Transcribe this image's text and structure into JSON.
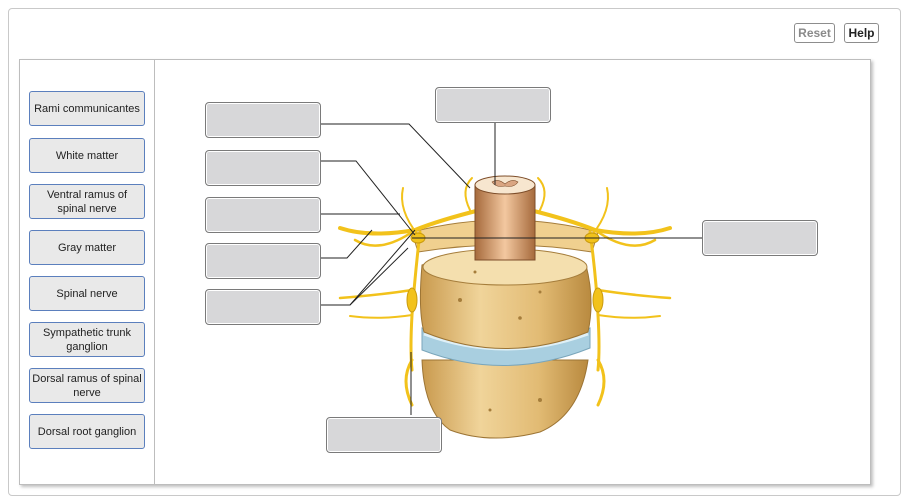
{
  "toolbar": {
    "reset_label": "Reset",
    "help_label": "Help"
  },
  "label_bank": [
    {
      "label": "Rami communicantes"
    },
    {
      "label": "White matter"
    },
    {
      "label": "Ventral ramus of spinal nerve"
    },
    {
      "label": "Gray matter"
    },
    {
      "label": "Spinal nerve"
    },
    {
      "label": "Sympathetic trunk ganglion"
    },
    {
      "label": "Dorsal ramus of spinal nerve"
    },
    {
      "label": "Dorsal root ganglion"
    }
  ],
  "drop_targets": [
    {
      "value": ""
    },
    {
      "value": ""
    },
    {
      "value": ""
    },
    {
      "value": ""
    },
    {
      "value": ""
    },
    {
      "value": ""
    },
    {
      "value": ""
    },
    {
      "value": ""
    }
  ],
  "colors": {
    "chip_border": "#5b7fbd",
    "chip_fill": "#e9e9e9",
    "target_fill": "#d7d7d9",
    "nerve": "#f2c21b",
    "bone": "#e8c98a",
    "disc": "#a9cfe0"
  }
}
